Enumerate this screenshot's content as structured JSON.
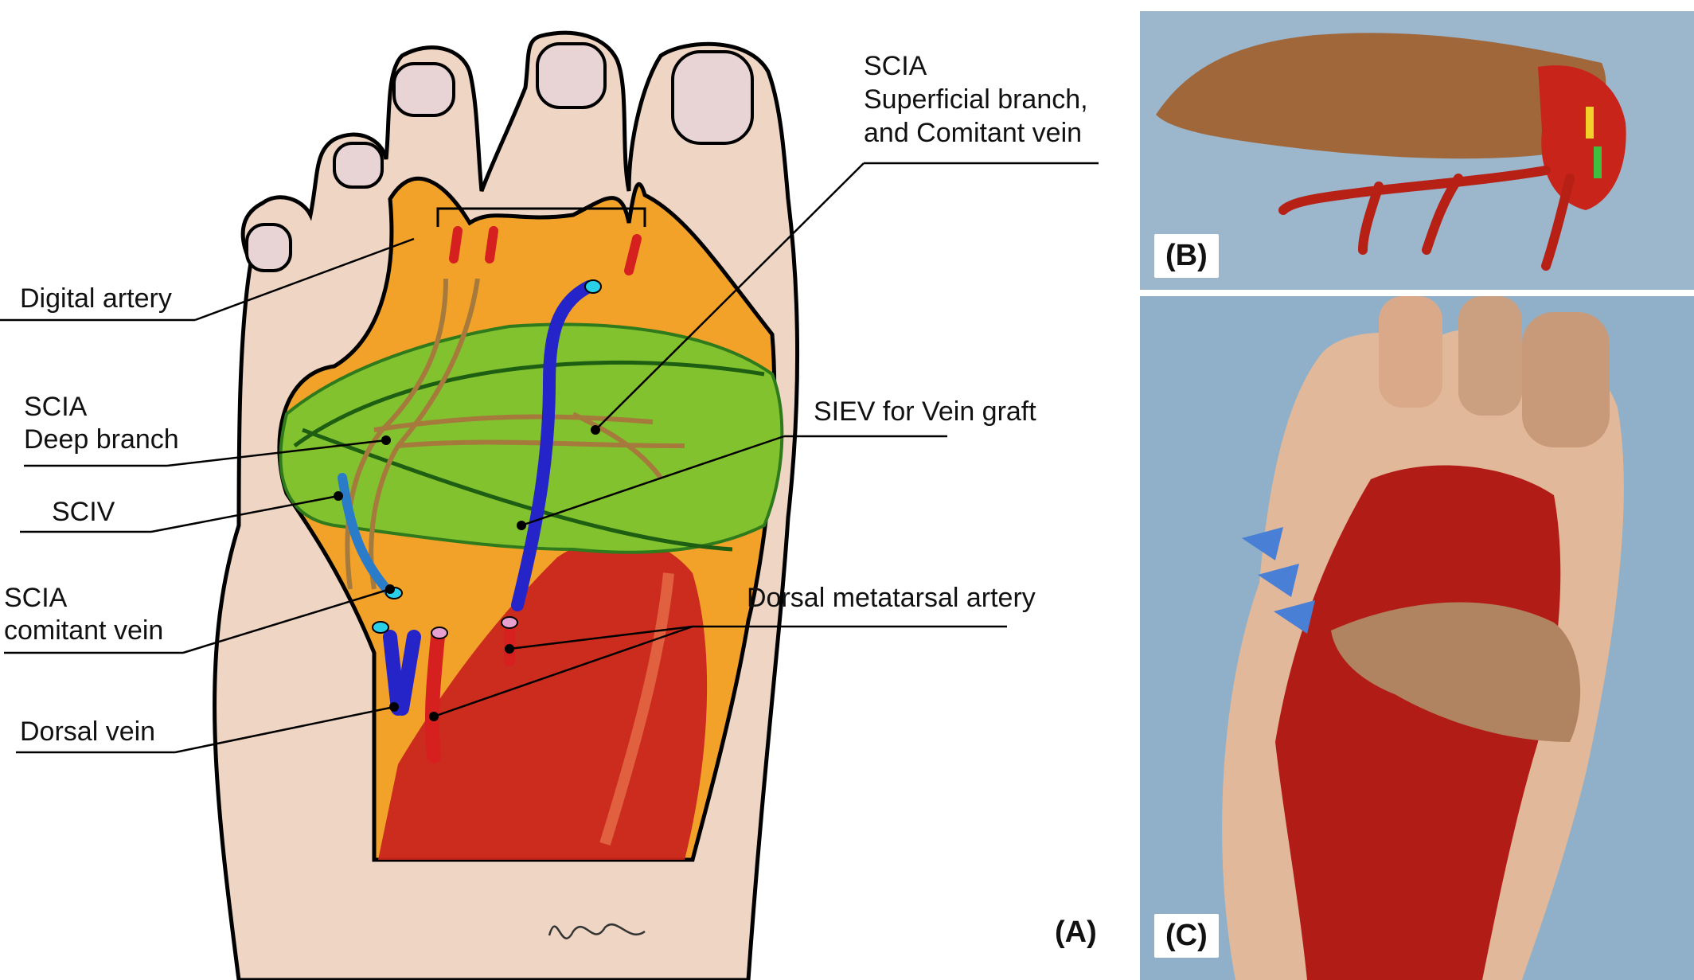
{
  "panel_a": {
    "letter": "(A)",
    "labels": {
      "scia_superficial": "SCIA",
      "scia_superficial_line2": "Superficial branch,",
      "scia_superficial_line3": "and Comitant vein",
      "digital_artery": "Digital artery",
      "scia_deep": "SCIA",
      "scia_deep_line2": "Deep branch",
      "sciv": "SCIV",
      "scia_comitant": "SCIA",
      "scia_comitant_line2": "comitant vein",
      "dorsal_vein": "Dorsal vein",
      "siev": "SIEV for Vein graft",
      "dorsal_metatarsal": "Dorsal metatarsal artery"
    },
    "colors": {
      "skin": "#efd6c4",
      "wound_orange": "#f2a229",
      "flap_green": "#82c22e",
      "muscle_red": "#c9261c",
      "artery_red": "#d61f1f",
      "vein_blue": "#2424c8",
      "vessel_cyan": "#2ad0e8",
      "nerve_brown": "#a57a3c"
    }
  },
  "panel_b": {
    "letter": "(B)"
  },
  "panel_c": {
    "letter": "(C)",
    "marker_color": "#4a7fd6"
  }
}
